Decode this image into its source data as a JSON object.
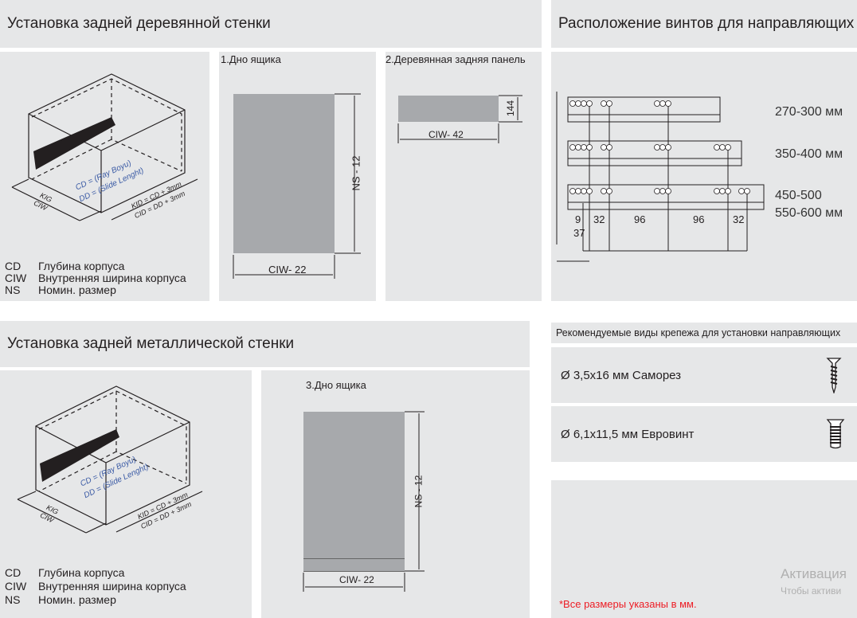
{
  "wood": {
    "title": "Установка задней деревянной стенки",
    "panel1": "1.Дно ящика",
    "panel2": "2.Деревянная задняя панель",
    "dim_ns": "NS - 12",
    "dim_ciw22": "CIW- 22",
    "dim_ciw42": "CIW- 42",
    "dim_144": "144"
  },
  "metal": {
    "title": "Установка задней металлической стенки",
    "panel3": "3.Дно ящика",
    "dim_ns": "NS - 12",
    "dim_ciw22": "CIW- 22"
  },
  "iso": {
    "cd": "CD = (Ray Boyu)",
    "dd": "DD = (Slide Lenght)",
    "kig": "KIG",
    "ciw": "CIW",
    "kid": "KID = CD + 3mm",
    "cid": "CID = DD + 3mm"
  },
  "legend": [
    {
      "abbr": "CD",
      "text": "Глубина корпуса"
    },
    {
      "abbr": "CIW",
      "text": "Внутренняя ширина корпуса"
    },
    {
      "abbr": "NS",
      "text": "Номин. размер"
    }
  ],
  "screws": {
    "title": "Расположение винтов для направляющих",
    "rows": [
      "270-300 мм",
      "350-400 мм",
      "450-500",
      "550-600 мм"
    ],
    "dims": [
      "9",
      "32",
      "96",
      "96",
      "32",
      "37"
    ]
  },
  "fasteners": {
    "title": "Рекомендуемые виды крепежа для установки направляющих",
    "items": [
      {
        "label": "Ø 3,5x16 мм Саморез",
        "icon": "wood-screw-icon"
      },
      {
        "label": "Ø 6,1x11,5 мм Евровинт",
        "icon": "euro-screw-icon"
      }
    ]
  },
  "note": "*Все размеры указаны в мм.",
  "watermark": {
    "line1": "Активация",
    "line2": "Чтобы активи"
  },
  "colors": {
    "panel": "#e6e7e8",
    "note": "#ed1c24",
    "dim": "#8a8c8f"
  }
}
